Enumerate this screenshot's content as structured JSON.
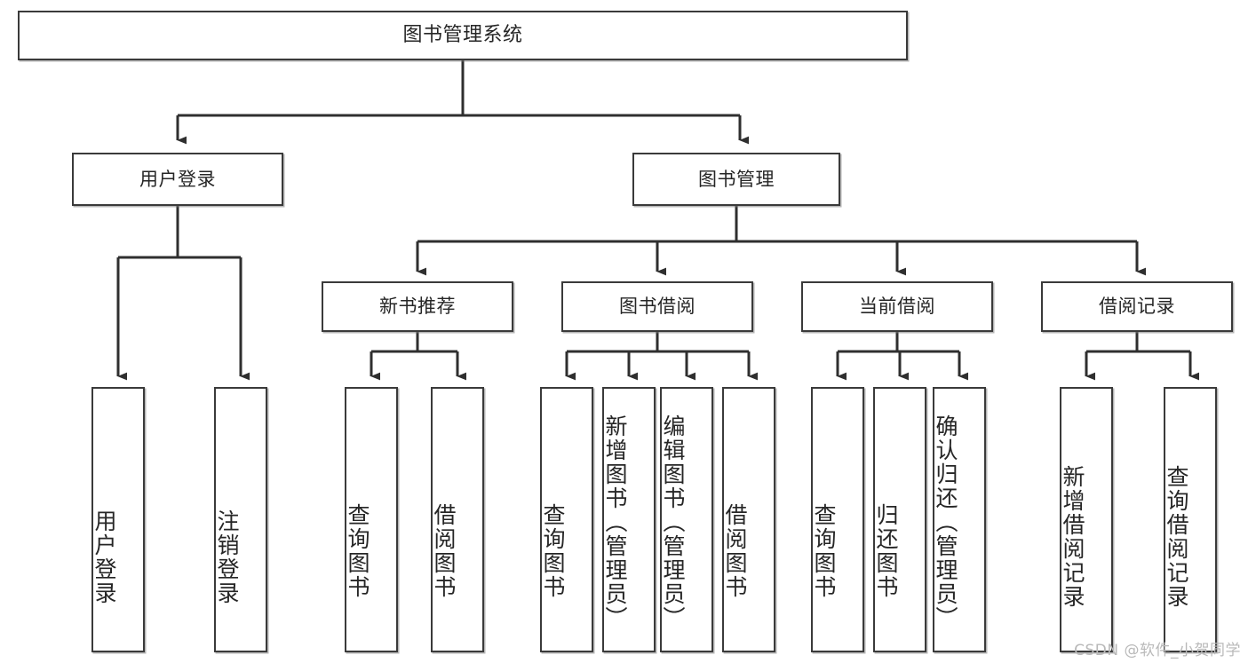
{
  "diagram": {
    "title": "图书管理系统",
    "watermark": "CSDN @软件_小贺同学",
    "colors": {
      "border": "#3a3a3a",
      "text": "#262626",
      "background": "#ffffff",
      "watermark": "#b9b9b9"
    },
    "nodes": {
      "root": {
        "label": "图书管理系统"
      },
      "level1": [
        {
          "id": "user-login",
          "label": "用户登录"
        },
        {
          "id": "book-management",
          "label": "图书管理"
        }
      ],
      "level2": [
        {
          "id": "new-book-recommend",
          "label": "新书推荐"
        },
        {
          "id": "book-borrow",
          "label": "图书借阅"
        },
        {
          "id": "current-borrow",
          "label": "当前借阅"
        },
        {
          "id": "borrow-record",
          "label": "借阅记录"
        }
      ],
      "leaves": [
        {
          "id": "leaf-user-login",
          "label": "用户登录",
          "parent": "user-login"
        },
        {
          "id": "leaf-logout-login",
          "label": "注销登录",
          "parent": "user-login"
        },
        {
          "id": "leaf-query-book-1",
          "label": "查询图书",
          "parent": "new-book-recommend"
        },
        {
          "id": "leaf-borrow-book-1",
          "label": "借阅图书",
          "parent": "new-book-recommend"
        },
        {
          "id": "leaf-query-book-2",
          "label": "查询图书",
          "parent": "book-borrow"
        },
        {
          "id": "leaf-add-book",
          "label": "新增图书（管理员）",
          "parent": "book-borrow"
        },
        {
          "id": "leaf-edit-book",
          "label": "编辑图书（管理员）",
          "parent": "book-borrow"
        },
        {
          "id": "leaf-borrow-book-2",
          "label": "借阅图书",
          "parent": "book-borrow"
        },
        {
          "id": "leaf-query-book-3",
          "label": "查询图书",
          "parent": "current-borrow"
        },
        {
          "id": "leaf-return-book",
          "label": "归还图书",
          "parent": "current-borrow"
        },
        {
          "id": "leaf-confirm-return",
          "label": "确认归还（管理员）",
          "parent": "current-borrow"
        },
        {
          "id": "leaf-add-record",
          "label": "新增借阅记录",
          "parent": "borrow-record"
        },
        {
          "id": "leaf-query-record",
          "label": "查询借阅记录",
          "parent": "borrow-record"
        }
      ]
    }
  }
}
